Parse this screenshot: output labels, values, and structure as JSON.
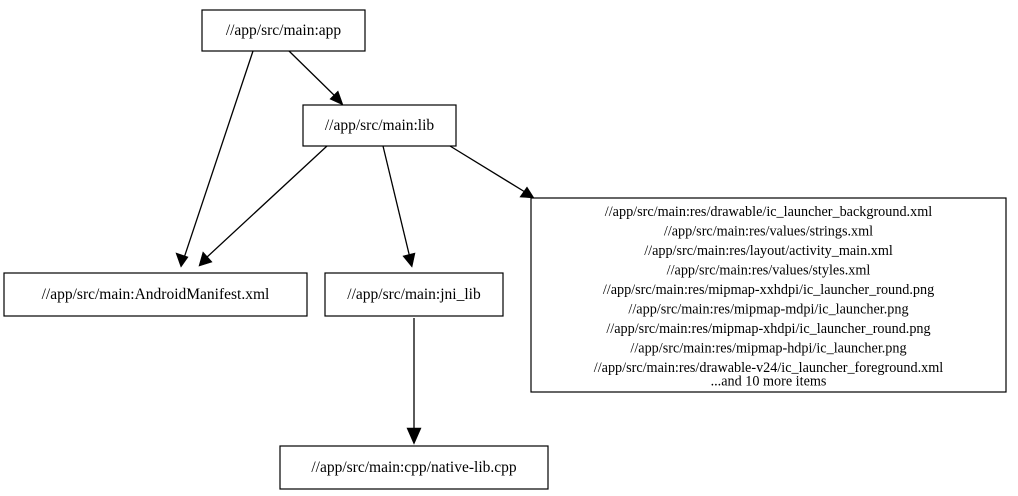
{
  "graph": {
    "type": "dependency-graph",
    "orientation": "top-to-bottom",
    "background_color": "#ffffff",
    "node_fill_color": "#ffffff",
    "node_border_color": "#000000",
    "edge_color": "#000000",
    "nodes": [
      {
        "id": "app",
        "label": "//app/src/main:app"
      },
      {
        "id": "lib",
        "label": "//app/src/main:lib"
      },
      {
        "id": "manifest",
        "label": "//app/src/main:AndroidManifest.xml"
      },
      {
        "id": "jni_lib",
        "label": "//app/src/main:jni_lib"
      },
      {
        "id": "native_lib",
        "label": "//app/src/main:cpp/native-lib.cpp"
      },
      {
        "id": "resources",
        "lines": [
          "//app/src/main:res/drawable/ic_launcher_background.xml",
          "//app/src/main:res/values/strings.xml",
          "//app/src/main:res/layout/activity_main.xml",
          "//app/src/main:res/values/styles.xml",
          "//app/src/main:res/mipmap-xxhdpi/ic_launcher_round.png",
          "//app/src/main:res/mipmap-mdpi/ic_launcher.png",
          "//app/src/main:res/mipmap-xhdpi/ic_launcher_round.png",
          "//app/src/main:res/mipmap-hdpi/ic_launcher.png",
          "//app/src/main:res/drawable-v24/ic_launcher_foreground.xml",
          "...and 10 more items"
        ],
        "overflow_count": 10,
        "overflow_label": "...and 10 more items"
      }
    ],
    "edges": [
      {
        "from": "app",
        "to": "lib"
      },
      {
        "from": "app",
        "to": "manifest"
      },
      {
        "from": "lib",
        "to": "manifest"
      },
      {
        "from": "lib",
        "to": "jni_lib"
      },
      {
        "from": "lib",
        "to": "resources"
      },
      {
        "from": "jni_lib",
        "to": "native_lib"
      }
    ]
  }
}
